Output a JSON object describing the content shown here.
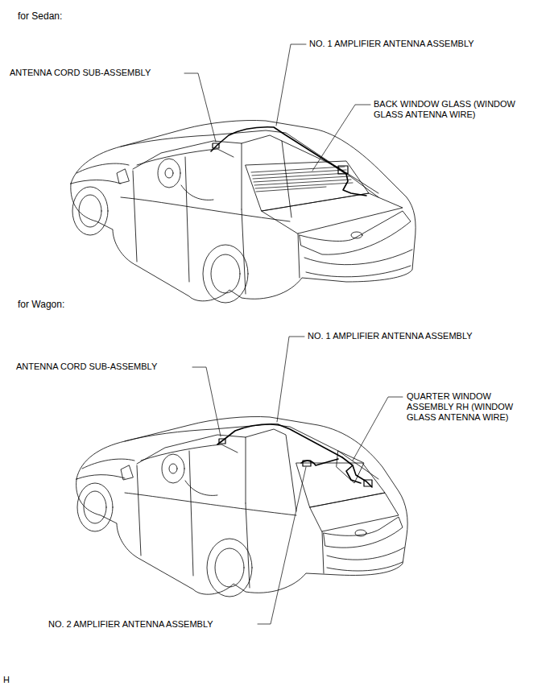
{
  "diagram": {
    "labels": [
      "for Sedan:",
      "NO. 1 AMPLIFIER ANTENNA ASSEMBLY",
      "ANTENNA CORD SUB-ASSEMBLY",
      "BACK WINDOW GLASS (WINDOW GLASS ANTENNA WIRE)",
      "for Wagon:",
      "NO. 1 AMPLIFIER ANTENNA ASSEMBLY",
      "ANTENNA CORD SUB-ASSEMBLY",
      "QUARTER WINDOW ASSEMBLY RH (WINDOW GLASS ANTENNA WIRE)",
      "NO. 2 AMPLIFIER ANTENNA ASSEMBLY",
      "H"
    ]
  }
}
